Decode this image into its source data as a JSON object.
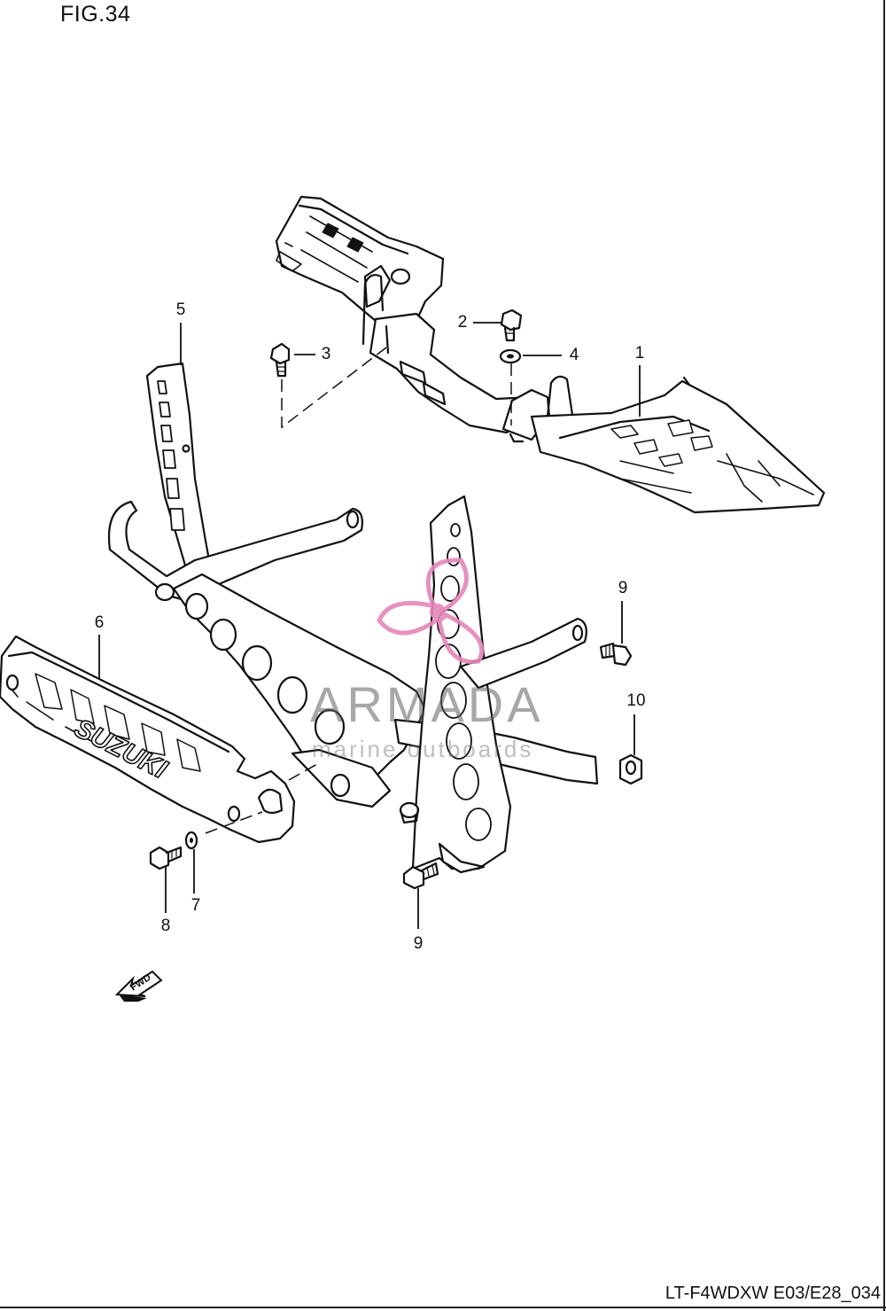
{
  "header": {
    "figure_label": "FIG.34"
  },
  "footer": {
    "drawing_code": "LT-F4WDXW E03/E28_034"
  },
  "callouts": [
    {
      "id": "1",
      "label": "1"
    },
    {
      "id": "2",
      "label": "2"
    },
    {
      "id": "3",
      "label": "3"
    },
    {
      "id": "4",
      "label": "4"
    },
    {
      "id": "5",
      "label": "5"
    },
    {
      "id": "6",
      "label": "6"
    },
    {
      "id": "7",
      "label": "7"
    },
    {
      "id": "8",
      "label": "8"
    },
    {
      "id": "9a",
      "label": "9"
    },
    {
      "id": "9b",
      "label": "9"
    },
    {
      "id": "10",
      "label": "10"
    }
  ],
  "watermark": {
    "brand": "ARMADA",
    "tagline": "marine outboards",
    "logo_color": "#e486b8"
  },
  "guard_emblem": {
    "text": "SUZUKI"
  },
  "direction_indicator": {
    "icon": "fwd-arrow-icon",
    "text": "FWD"
  },
  "colors": {
    "line": "#111111",
    "background": "#ffffff"
  }
}
